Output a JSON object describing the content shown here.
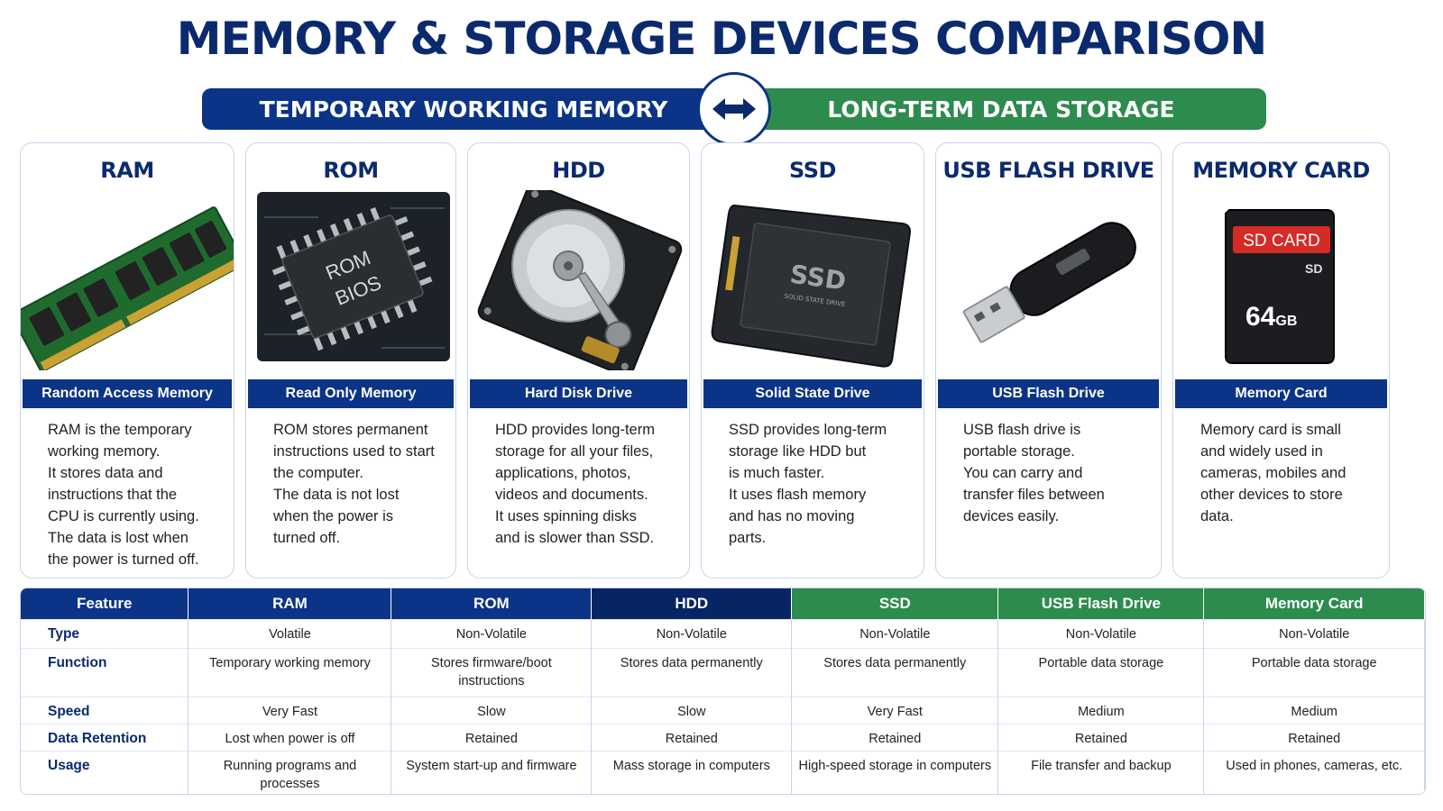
{
  "title": "MEMORY & STORAGE DEVICES COMPARISON",
  "banner": {
    "left": "TEMPORARY WORKING MEMORY",
    "right": "LONG-TERM DATA STORAGE"
  },
  "colors": {
    "navy": "#0b2a6e",
    "blue": "#0b3487",
    "green": "#2e8b4e"
  },
  "cards": [
    {
      "title": "RAM",
      "subtitle": "Random Access Memory",
      "desc": [
        "RAM is the temporary",
        "working memory.",
        "It stores data and",
        "instructions that the",
        "CPU is currently using.",
        "The data is lost when",
        "the power is turned off."
      ]
    },
    {
      "title": "ROM",
      "subtitle": "Read Only Memory",
      "chip_label": [
        "ROM",
        "BIOS"
      ],
      "desc": [
        "ROM stores permanent",
        "instructions used to start",
        "the computer.",
        "The data is not lost",
        "when the power is",
        "turned off."
      ]
    },
    {
      "title": "HDD",
      "subtitle": "Hard Disk Drive",
      "desc": [
        "HDD provides long-term",
        "storage for all your files,",
        "applications, photos,",
        "videos and documents.",
        "It uses spinning disks",
        "and is slower than SSD."
      ]
    },
    {
      "title": "SSD",
      "subtitle": "Solid State Drive",
      "drive_label": "SSD",
      "drive_sublabel": "SOLID STATE DRIVE",
      "desc": [
        "SSD provides long-term",
        "storage like HDD but",
        "is much faster.",
        "It uses flash memory",
        "and has no moving",
        "parts."
      ]
    },
    {
      "title": "USB FLASH DRIVE",
      "subtitle": "USB Flash Drive",
      "desc": [
        "USB flash drive is",
        "portable storage.",
        "You can carry and",
        "transfer files between",
        "devices easily."
      ]
    },
    {
      "title": "MEMORY CARD",
      "subtitle": "Memory Card",
      "card_label": "SD CARD",
      "card_capacity": "64",
      "card_unit": "GB",
      "desc": [
        "Memory card is small",
        "and widely used in",
        "cameras, mobiles and",
        "other devices to store",
        "data."
      ]
    }
  ],
  "table": {
    "headers": [
      "Feature",
      "RAM",
      "ROM",
      "HDD",
      "SSD",
      "USB Flash Drive",
      "Memory Card"
    ],
    "rows": [
      [
        "Type",
        "Volatile",
        "Non-Volatile",
        "Non-Volatile",
        "Non-Volatile",
        "Non-Volatile",
        "Non-Volatile"
      ],
      [
        "Function",
        "Temporary working memory",
        "Stores firmware/boot instructions",
        "Stores data permanently",
        "Stores data permanently",
        "Portable data storage",
        "Portable data storage"
      ],
      [
        "Speed",
        "Very Fast",
        "Slow",
        "Slow",
        "Very Fast",
        "Medium",
        "Medium"
      ],
      [
        "Data Retention",
        "Lost when power is off",
        "Retained",
        "Retained",
        "Retained",
        "Retained",
        "Retained"
      ],
      [
        "Usage",
        "Running programs and processes",
        "System start-up and firmware",
        "Mass storage in computers",
        "High-speed storage in computers",
        "File transfer and backup",
        "Used in phones, cameras, etc."
      ]
    ]
  }
}
